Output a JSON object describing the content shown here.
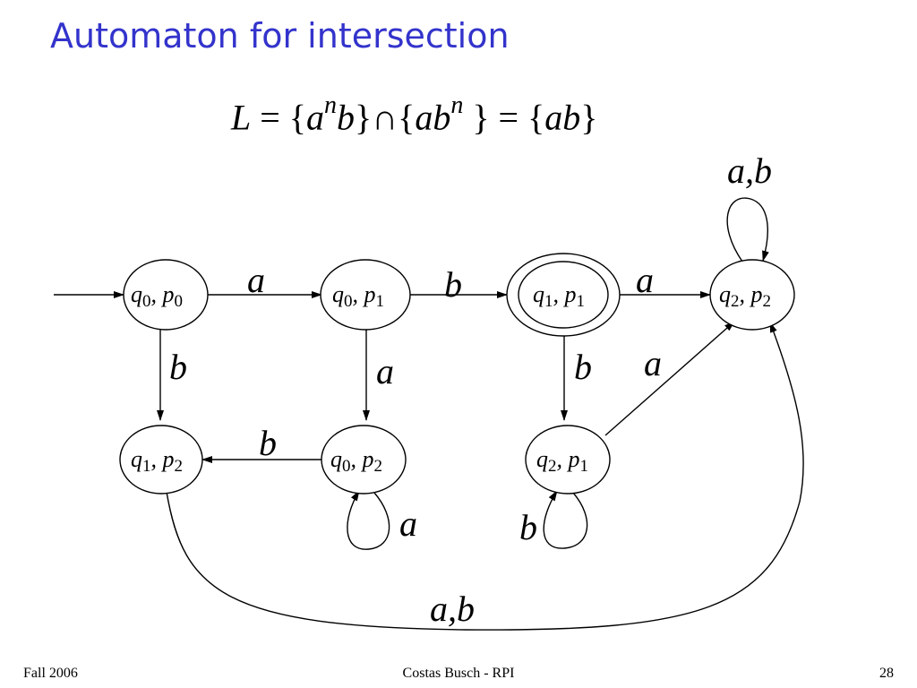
{
  "slide": {
    "title": "Automaton for intersection"
  },
  "formula": {
    "lhs": "L",
    "eq1": " = {",
    "a1": "a",
    "n1": "n",
    "b1": "b",
    "cap": "}∩{",
    "a2": "ab",
    "n2": "n",
    "close": " } = {",
    "result": "ab",
    "end": "}"
  },
  "states": [
    {
      "id": "q0p0",
      "q": "0",
      "p": "0"
    },
    {
      "id": "q0p1",
      "q": "0",
      "p": "1"
    },
    {
      "id": "q1p1",
      "q": "1",
      "p": "1"
    },
    {
      "id": "q2p2",
      "q": "2",
      "p": "2"
    },
    {
      "id": "q1p2",
      "q": "1",
      "p": "2"
    },
    {
      "id": "q0p2",
      "q": "0",
      "p": "2"
    },
    {
      "id": "q2p1",
      "q": "2",
      "p": "1"
    }
  ],
  "edge_labels": {
    "q0p0_q0p1": "a",
    "q0p1_q1p1": "b",
    "q1p1_q2p2": "a",
    "q2p2_loop": "a,b",
    "q0p0_q1p2": "b",
    "q0p1_q0p2": "a",
    "q1p1_q2p1": "b",
    "q2p1_q2p2": "a",
    "q0p2_q1p2": "b",
    "q0p2_loop": "a",
    "q2p1_loop": "b",
    "q1p2_q2p2": "a,b"
  },
  "footer": {
    "left": "Fall 2006",
    "center": "Costas Busch - RPI",
    "right": "28"
  }
}
